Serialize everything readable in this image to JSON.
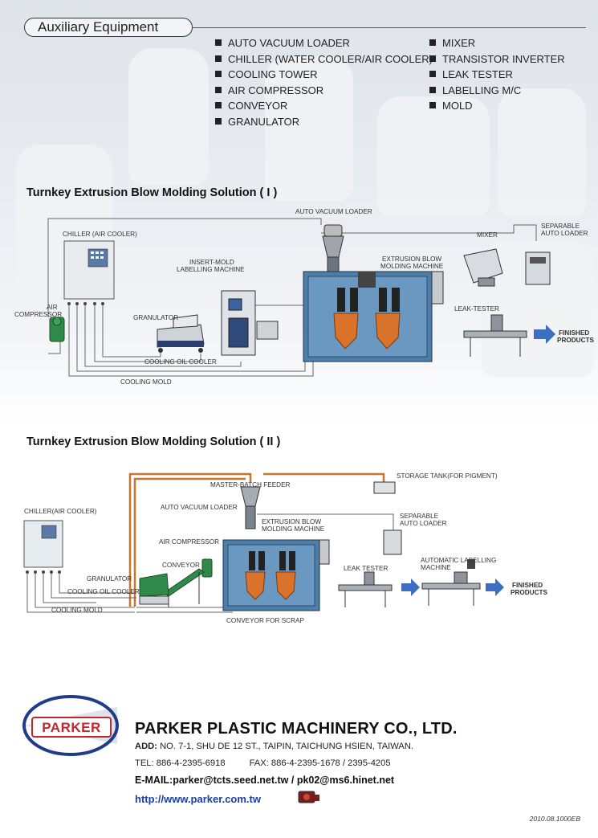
{
  "header": {
    "title": "Auxiliary Equipment"
  },
  "equipment": {
    "col1": [
      "AUTO VACUUM LOADER",
      "CHILLER (WATER COOLER/AIR COOLER)",
      "COOLING TOWER",
      "AIR COMPRESSOR",
      "CONVEYOR",
      "GRANULATOR"
    ],
    "col2": [
      "MIXER",
      "TRANSISTOR INVERTER",
      "LEAK TESTER",
      "LABELLING M/C",
      "MOLD"
    ]
  },
  "solution1": {
    "title": "Turnkey Extrusion Blow Molding Solution ( I )",
    "labels": {
      "auto_vacuum_loader": "AUTO VACUUM LOADER",
      "chiller": "CHILLER (AIR COOLER)",
      "insert_mold": "INSERT-MOLD",
      "labelling_machine": "LABELLING MACHINE",
      "extrusion_blow": "EXTRUSION BLOW",
      "molding_machine": "MOLDING  MACHINE",
      "mixer": "MIXER",
      "separable": "SEPARABLE",
      "auto_loader": "AUTO LOADER",
      "air": "AIR",
      "compressor": "COMPRESSOR",
      "granulator": "GRANULATOR",
      "leak_tester": "LEAK-TESTER",
      "finished": "FINISHED",
      "products": "PRODUCTS",
      "cooling_oil_cooler": "COOLING OIL COOLER",
      "cooling_mold": "COOLING MOLD"
    }
  },
  "solution2": {
    "title": "Turnkey Extrusion Blow Molding Solution ( II )",
    "labels": {
      "storage_tank": "STORAGE TANK(FOR PIGMENT)",
      "master_batch": "MASTER-BATCH FEEDER",
      "auto_vacuum_loader": "AUTO VACUUM LOADER",
      "chiller": "CHILLER(AIR COOLER)",
      "extrusion_blow": "EXTRUSION BLOW",
      "molding_machine": "MOLDING MACHINE",
      "separable": "SEPARABLE",
      "auto_loader": "AUTO LOADER",
      "air_compressor": "AIR COMPRESSOR",
      "conveyor": "CONVEYOR",
      "granulator": "GRANULATOR",
      "leak_tester": "LEAK TESTER",
      "automatic_labelling": "AUTOMATIC LABELLING",
      "machine": "MACHINE",
      "finished": "FINISHED",
      "products": "PRODUCTS",
      "cooling_oil_cooler": "COOLING OIL COOLER",
      "cooling_mold": "COOLING MOLD",
      "conveyor_scrap": "CONVEYOR FOR SCRAP"
    }
  },
  "footer": {
    "logo_text": "PARKER",
    "company": "PARKER PLASTIC MACHINERY CO., LTD.",
    "addr_label": "ADD:",
    "address": " NO. 7-1, SHU DE 12 ST., TAIPIN, TAICHUNG HSIEN, TAIWAN.",
    "tel": "TEL: 886-4-2395-6918",
    "fax": "FAX: 886-4-2395-1678 / 2395-4205",
    "email": "E-MAIL:parker@tcts.seed.net.tw  /  pk02@ms6.hinet.net",
    "url": "http://www.parker.com.tw",
    "doc_id": "2010.08.1000EB"
  },
  "colors": {
    "machine_blue": "#4d7ea8",
    "mold_orange": "#d9732c",
    "pipe_orange": "#c8762e",
    "logo_red": "#c0282e",
    "logo_blue": "#1f3c8a",
    "link_blue": "#1a3fa8"
  }
}
